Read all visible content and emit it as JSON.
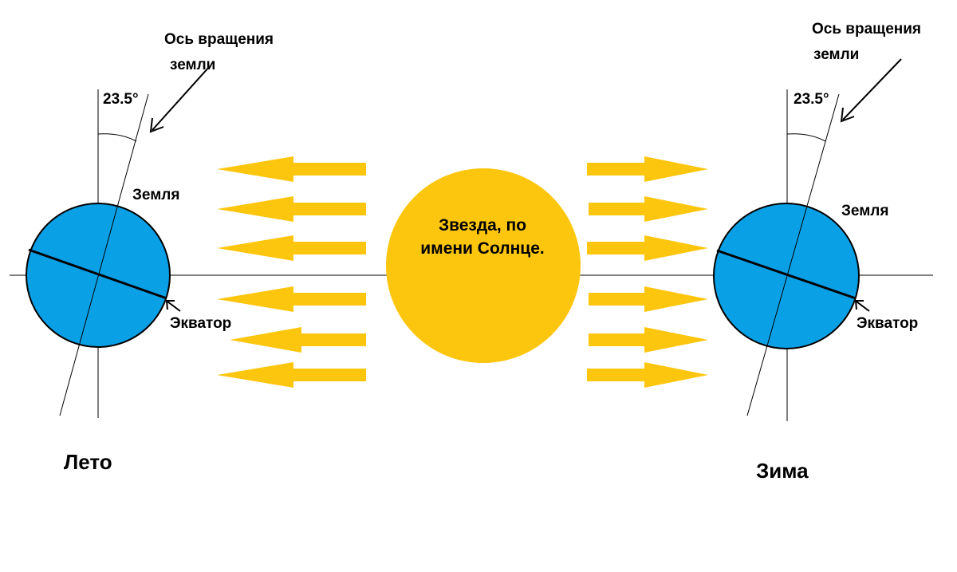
{
  "colors": {
    "earth": "#0aa0e6",
    "sun": "#fdc60e",
    "rays": "#fdc60e",
    "lines": "#000000",
    "background": "#ffffff"
  },
  "left": {
    "axis_title_line1": "Ось вращения",
    "axis_title_line2": "земли",
    "angle": "23.5°",
    "earth_label": "Земля",
    "equator_label": "Экватор",
    "season": "Лето"
  },
  "right": {
    "axis_title_line1": "Ось вращения",
    "axis_title_line2": "земли",
    "angle": "23.5°",
    "earth_label": "Земля",
    "equator_label": "Экватор",
    "season": "Зима"
  },
  "sun": {
    "line1": "Звезда, по",
    "line2": "имени Солнце."
  }
}
